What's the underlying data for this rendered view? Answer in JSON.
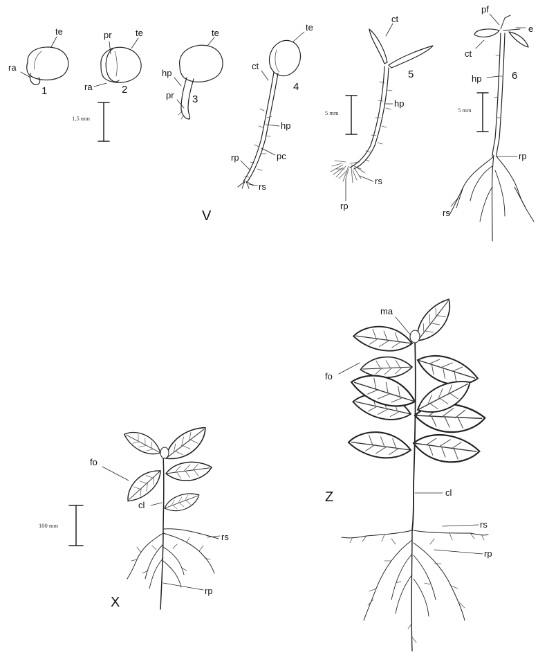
{
  "panel_V": {
    "stage_1": {
      "number": "1",
      "te": "te",
      "ra": "ra"
    },
    "stage_2": {
      "number": "2",
      "pr": "pr",
      "te": "te",
      "ra": "ra"
    },
    "stage_3": {
      "number": "3",
      "te": "te",
      "hp": "hp",
      "pr": "pr"
    },
    "stage_4": {
      "number": "4",
      "te": "te",
      "ct": "ct",
      "hp": "hp",
      "pc": "pc",
      "rp": "rp",
      "rs": "rs"
    },
    "stage_5": {
      "number": "5",
      "ct": "ct",
      "hp": "hp",
      "rs": "rs",
      "rp": "rp"
    },
    "stage_6": {
      "number": "6",
      "pf": "pf",
      "e": "e",
      "ct": "ct",
      "hp": "hp",
      "rp": "rp",
      "rs": "rs"
    },
    "scale_1": "1,5 mm",
    "scale_2": "5 mm",
    "scale_3": "5 mm",
    "letter": "V"
  },
  "panel_X": {
    "fo": "fo",
    "cl": "cl",
    "rs": "rs",
    "rp": "rp",
    "scale": "100 mm",
    "letter": "X"
  },
  "panel_Z": {
    "ma": "ma",
    "fo": "fo",
    "cl": "cl",
    "rs": "rs",
    "rp": "rp",
    "letter": "Z"
  }
}
